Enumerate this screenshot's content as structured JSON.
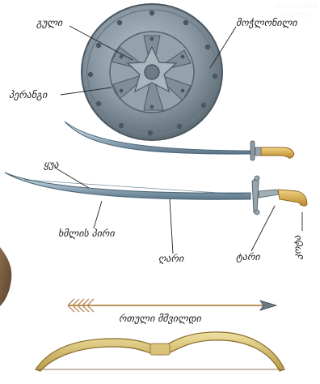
{
  "labels": {
    "guli": "გული",
    "mochklonili": "მოჭლონილი",
    "perangi": "პერანგი",
    "qua": "ყუა",
    "khmlis_piri": "ხმლის პირი",
    "ghari": "ღარი",
    "tari": "ტარი",
    "kotsa": "კოტა",
    "rtuli_mshvildi": "რთული მშვილდი"
  },
  "watermark": "ᲐᲠᲘᲡᲗᲕᲘᲜ ᲑᲘᲑᲚᲘᲝ"
}
